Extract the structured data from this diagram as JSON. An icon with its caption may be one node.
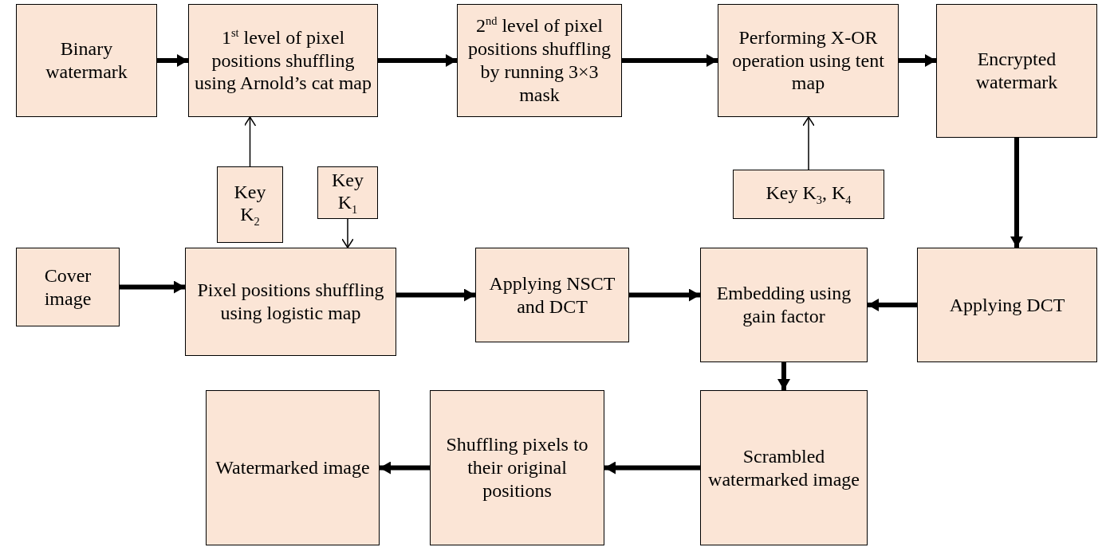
{
  "diagram": {
    "nodes": [
      {
        "text": [
          "Binary watermark"
        ]
      },
      {
        "text": [
          "1$^{st}$ level of pixel positions shuffling using Arnold’s cat map"
        ]
      },
      {
        "text": [
          "2$^{nd}$ level of pixel positions shuffling by running 3×3 mask"
        ]
      },
      {
        "text": [
          "Performing X-OR operation using tent map"
        ]
      },
      {
        "text": [
          "Encrypted watermark"
        ]
      },
      {
        "text": [
          "Key K$_{2}$"
        ]
      },
      {
        "text": [
          "Key K$_{1}$"
        ]
      },
      {
        "text": [
          "Key K$_{3}$, K$_{4}$"
        ]
      },
      {
        "text": [
          "Cover image"
        ]
      },
      {
        "text": [
          "Pixel positions shuffling using logistic map"
        ]
      },
      {
        "text": [
          "Applying NSCT and DCT"
        ]
      },
      {
        "text": [
          "Embedding using gain factor"
        ]
      },
      {
        "text": [
          "Applying DCT"
        ]
      },
      {
        "text": [
          "Watermarked image"
        ]
      },
      {
        "text": [
          "Shuffling pixels to their original positions"
        ]
      },
      {
        "text": [
          "Scrambled watermarked image"
        ]
      }
    ],
    "edges": [
      {
        "from": 0,
        "to": 1,
        "arrow": "to"
      },
      {
        "from": 1,
        "to": 2,
        "arrow": "to"
      },
      {
        "from": 2,
        "to": 3,
        "arrow": "to"
      },
      {
        "from": 3,
        "to": 4,
        "arrow": "to"
      },
      {
        "from": 5,
        "to": 1,
        "arrow": "to"
      },
      {
        "from": 7,
        "to": 3,
        "arrow": "to"
      },
      {
        "from": 6,
        "to": 9,
        "arrow": "to"
      },
      {
        "from": 4,
        "to": 12,
        "arrow": "to"
      },
      {
        "from": 8,
        "to": 9,
        "arrow": "to"
      },
      {
        "from": 9,
        "to": 10,
        "arrow": "to"
      },
      {
        "from": 10,
        "to": 11,
        "arrow": "to"
      },
      {
        "from": 12,
        "to": 11,
        "arrow": "to"
      },
      {
        "from": 11,
        "to": 15,
        "arrow": "to"
      },
      {
        "from": 15,
        "to": 14,
        "arrow": "to"
      },
      {
        "from": 14,
        "to": 13,
        "arrow": "to"
      }
    ]
  }
}
